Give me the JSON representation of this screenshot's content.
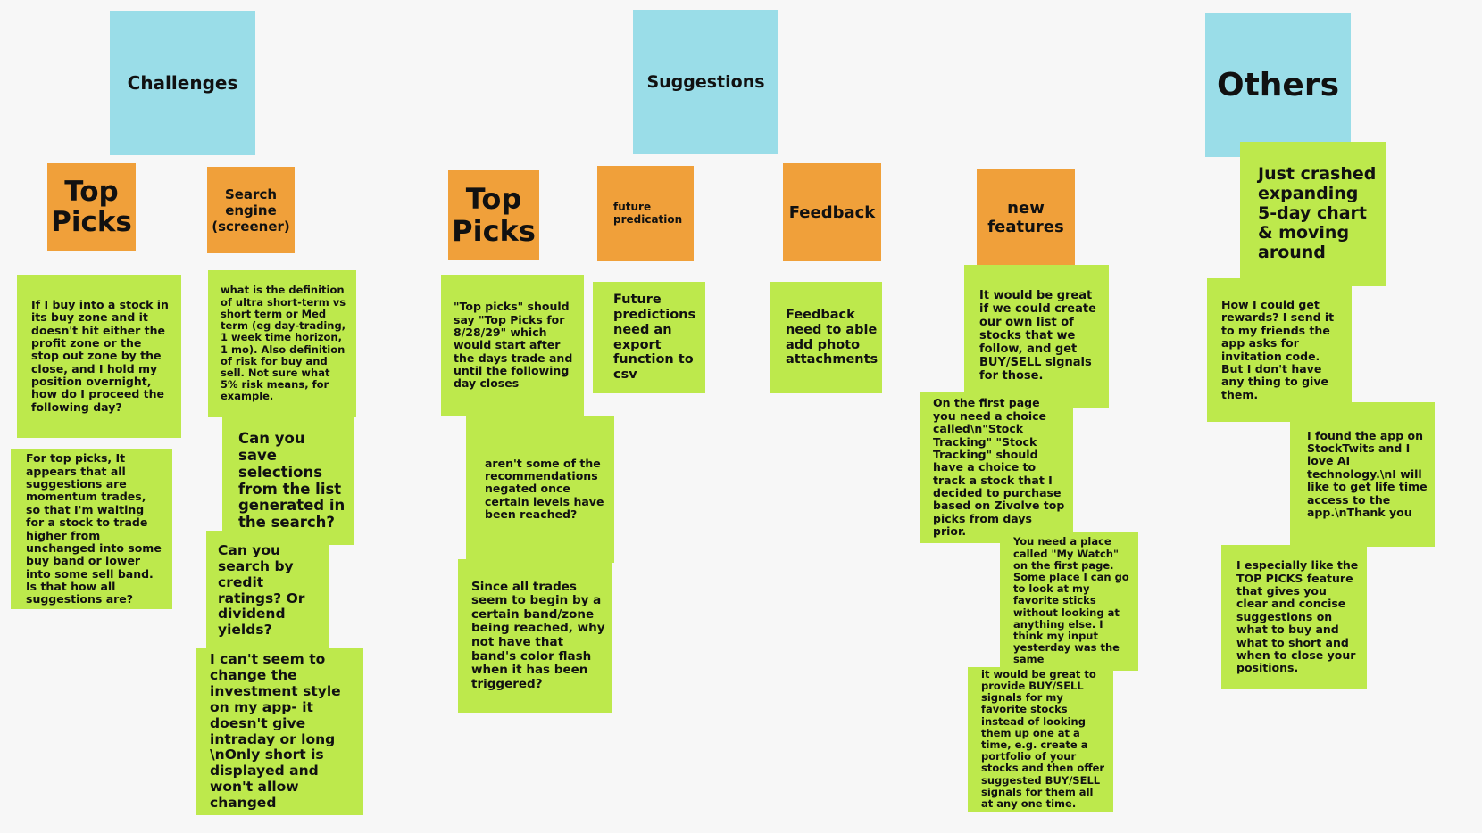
{
  "headers": {
    "challenges": "Challenges",
    "suggestions": "Suggestions",
    "others": "Others"
  },
  "subheaders": {
    "top_picks_1": "Top\nPicks",
    "search_engine": "Search\nengine\n(screener)",
    "top_picks_2": "Top\nPicks",
    "future_prediction": "future\npredication",
    "feedback": "Feedback",
    "new_features": "new\nfeatures"
  },
  "notes": {
    "buy_zone": "If I buy into a stock in its buy zone and it doesn't hit either the profit zone or the stop out zone by the close, and I hold my position overnight, how do I proceed the following day?",
    "top_picks_momentum": "For top picks,  It appears that all suggestions are momentum trades, so that I'm waiting for a stock to trade higher from unchanged into some buy band or lower into some sell band.  Is that how all suggestions are?",
    "definition": "what is the definition of ultra short-term vs short term or Med term (eg day-trading, 1 week time horizon, 1 mo). Also definition of risk for buy and sell. Not sure what 5% risk means, for example.",
    "save_selections": "Can you save selections from the list generated in the search?",
    "credit_ratings": "Can you search by credit ratings? Or dividend yields?",
    "investment_style": "I can't seem to change the investment style on my app- it doesn't give intraday or long \\nOnly short is displayed and won't allow changed",
    "top_picks_date": "\"Top picks\" should say \"Top Picks for 8/28/29\" which would start after the days trade and until the following day closes",
    "negated": "aren't some of the recommendations negated once certain levels have been reached?",
    "band_flash": "Since all trades seem to begin by a certain band/zone being reached, why not have that band's color flash when it has been triggered?",
    "export_csv": "Future predictions need an export function to csv",
    "photo_attachments": "Feedback need to able add photo attachments",
    "own_list": "It would be great if we could create our own list of stocks that we follow, and get BUY/SELL signals for those.",
    "stock_tracking": "On the first page you need a choice called\\n\"Stock Tracking\" \"Stock Tracking\" should have a choice to track a stock that I decided to purchase based on Zivolve top picks from days prior.",
    "my_watch": "You need a place called \"My Watch\" on the first page. Some place I can go to look at my favorite sticks without looking at anything else. I think my input yesterday was the same",
    "portfolio_signals": "it would be great to provide BUY/SELL signals for my favorite stocks instead of looking them up one at a time, e.g. create a portfolio of your stocks and then offer suggested BUY/SELL signals for them all at any one time.",
    "crashed": "Just crashed expanding 5-day chart & moving around",
    "rewards": "How I could get rewards? I send it to my friends the app asks for invitation code. But I don't have any thing to give them.",
    "stocktwits": "I found the app on StockTwits and I love AI technology.\\nI will like to get life time access to the app.\\nThank you",
    "top_picks_feature": "I especially like the TOP PICKS feature that gives you clear and concise suggestions on what to buy and what to short and when to close your positions."
  },
  "colors": {
    "header": "#9adde8",
    "subheader": "#f0a03a",
    "sticky": "#bde94c",
    "background": "#f7f7f7"
  }
}
